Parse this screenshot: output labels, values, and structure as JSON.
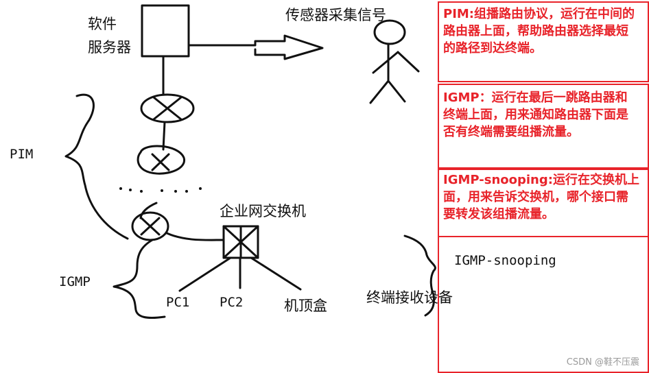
{
  "labels": {
    "software_server": "软件\n服务器",
    "sensor_signal": "传感器采集信号",
    "pim": "PIM",
    "igmp": "IGMP",
    "enterprise_switch": "企业网交换机",
    "pc1": "PC1",
    "pc2": "PC2",
    "set_top_box": "机顶盒",
    "terminal_device": "终端接收设备",
    "igmp_snooping": "IGMP-snooping",
    "dots": "· · · . . . ."
  },
  "notes": [
    {
      "text": "PIM:组播路由协议，运行在中间的路由器上面，帮助路由器选择最短的路径到达终端。"
    },
    {
      "text": "IGMP：运行在最后一跳路由器和终端上面，用来通知路由器下面是否有终端需要组播流量。"
    },
    {
      "text": "IGMP-snooping:运行在交换机上面，用来告诉交换机，哪个接口需要转发该组播流量。"
    }
  ],
  "watermark": "CSDN @鞋不压震",
  "colors": {
    "note_red": "#e8232a",
    "ink": "#111111"
  }
}
